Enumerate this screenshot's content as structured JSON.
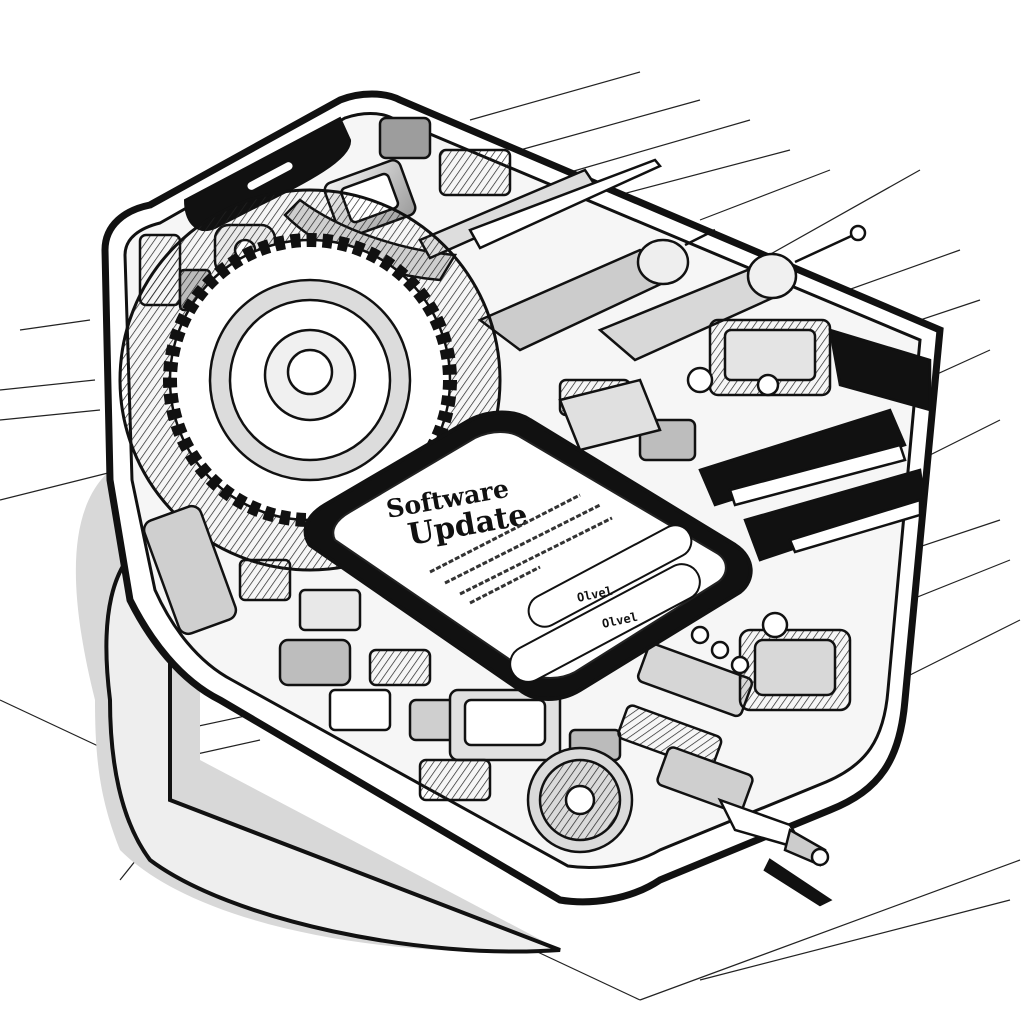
{
  "dialog": {
    "title_line1": "Software",
    "title_line2": "Update",
    "button_upper": "Olvel",
    "button_lower": "Olvel"
  },
  "colors": {
    "ink": "#111111",
    "paper": "#ffffff",
    "shadow": "#bdbdbd"
  }
}
